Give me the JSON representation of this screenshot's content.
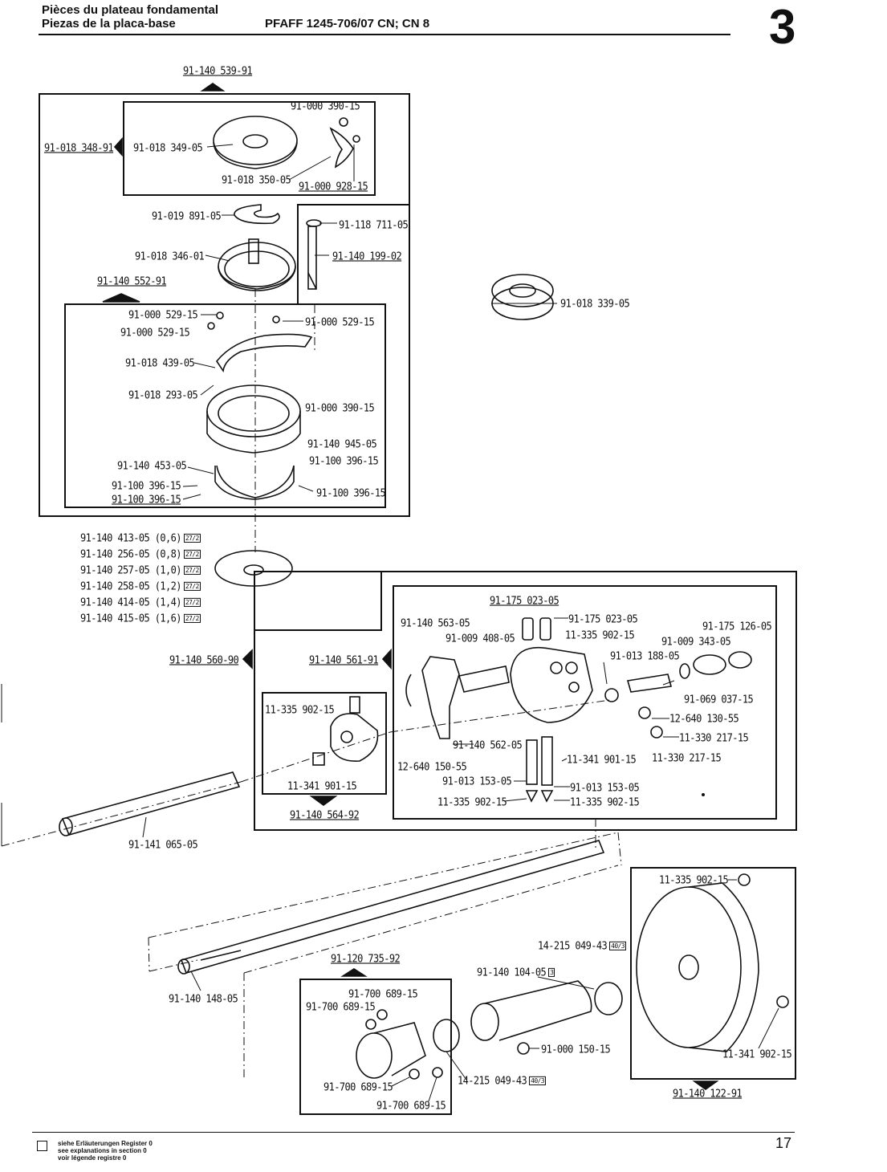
{
  "header": {
    "title_fr": "Pièces du plateau fondamental",
    "title_es": "Piezas de la placa-base",
    "model": "PFAFF 1245-706/07 CN; CN 8",
    "section": "3"
  },
  "labels": {
    "a1": "91-140 539-91",
    "a2": "91-000 390-15",
    "a3": "91-018 348-91",
    "a4": "91-018 349-05",
    "a5": "91-018 350-05",
    "a6": "91-000 928-15",
    "b1": "91-019 891-05",
    "b2": "91-118 711-05",
    "b3": "91-018 346-01",
    "b4": "91-140 199-02",
    "b5": "91-140 552-91",
    "b6": "91-018 339-05",
    "c1": "91-000 529-15",
    "c2": "91-000 529-15",
    "c3": "91-000 529-15",
    "c4": "91-018 439-05",
    "c5": "91-018 293-05",
    "c6": "91-000 390-15",
    "c7": "91-140 945-05",
    "c8": "91-100 396-15",
    "c9": "91-140 453-05",
    "c10": "91-100 396-15",
    "c11": "91-100 396-15",
    "c12": "91-100 396-15",
    "d1": "91-140 413-05 (0,6)",
    "d2": "91-140 256-05 (0,8)",
    "d3": "91-140 257-05 (1,0)",
    "d4": "91-140 258-05 (1,2)",
    "d5": "91-140 414-05 (1,4)",
    "d6": "91-140 415-05 (1,6)",
    "d_tag": "27/2",
    "e1": "91-175 023-05",
    "e2": "91-140 563-05",
    "e3": "91-175 023-05",
    "e4": "91-009 408-05",
    "e5": "11-335 902-15",
    "e6": "91-175 126-05",
    "e7": "91-009 343-05",
    "e8": "91-140 560-90",
    "e9": "91-140 561-91",
    "e10": "91-013 188-05",
    "e11": "11-335 902-15",
    "e12": "91-069 037-15",
    "e13": "12-640 130-55",
    "e14": "11-330 217-15",
    "e15": "91-140 562-05",
    "e16": "11-341 901-15",
    "e17": "11-330 217-15",
    "e18": "12-640 150-55",
    "e19": "11-341 901-15",
    "e20": "91-013 153-05",
    "e21": "91-013 153-05",
    "e22": "11-335 902-15",
    "e23": "11-335 902-15",
    "e24": "91-140 564-92",
    "f1": "91-141 065-05",
    "g1": "11-335 902-15",
    "g2": "14-215 049-43",
    "g3": "91-120 735-92",
    "g4": "91-140 104-05",
    "g5": "91-140 148-05",
    "g6": "91-700 689-15",
    "g7": "91-700 689-15",
    "g8": "91-000 150-15",
    "g9": "91-700 689-15",
    "g10": "14-215 049-43",
    "g11": "11-341 902-15",
    "g12": "91-700 689-15",
    "g13": "91-140 122-91",
    "g_tag": "40/3",
    "g4_tag": "3"
  },
  "footer": {
    "line1": "siehe Erläuterungen Register 0",
    "line2": "see explanations in section 0",
    "line3": "voir légende registre 0",
    "page": "17"
  }
}
